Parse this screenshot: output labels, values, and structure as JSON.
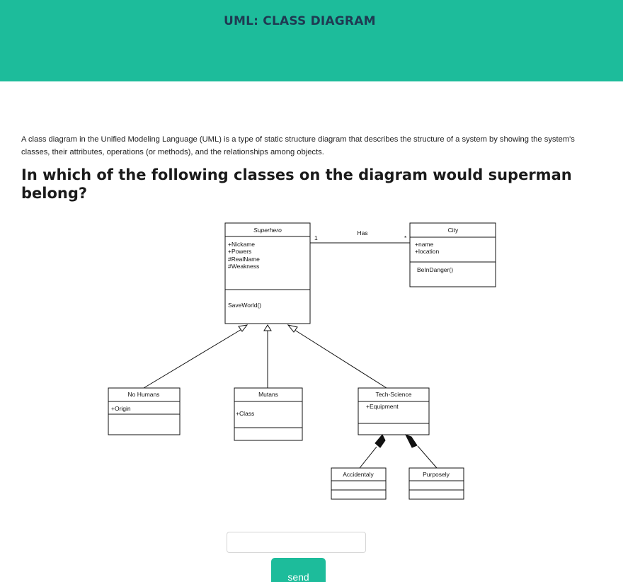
{
  "header": {
    "title": "UML: CLASS DIAGRAM",
    "bg_color": "#1dbc9b",
    "title_color": "#1f3a52"
  },
  "intro": {
    "text": "A class diagram in the Unified Modeling Language (UML) is a type of static structure diagram that describes the structure of a system by showing the system's classes, their attributes, operations (or methods), and the relationships among objects."
  },
  "question": {
    "text": "In which of the following classes on the diagram would superman belong?"
  },
  "diagram": {
    "superhero": {
      "name": "Superhero",
      "attributes": [
        "+Nickame",
        "+Powers",
        "#RealName",
        "#Weakness"
      ],
      "method": "SaveWorld()"
    },
    "city": {
      "name": "City",
      "attributes": [
        "+name",
        "+location"
      ],
      "method": "BeInDanger()"
    },
    "association": {
      "label": "Has",
      "left_multiplicity": "1",
      "right_multiplicity": "*"
    },
    "no_humans": {
      "name": "No Humans",
      "attribute": "+Origin"
    },
    "mutans": {
      "name": "Mutans",
      "attribute": "+Class"
    },
    "tech_science": {
      "name": "Tech-Science",
      "attribute": "+Equipment"
    },
    "accidentaly": {
      "name": "Accidentaly"
    },
    "purposely": {
      "name": "Purposely"
    }
  },
  "form": {
    "input_value": "",
    "input_placeholder": "",
    "send_label": "send",
    "accent_color": "#1dbc9b"
  }
}
